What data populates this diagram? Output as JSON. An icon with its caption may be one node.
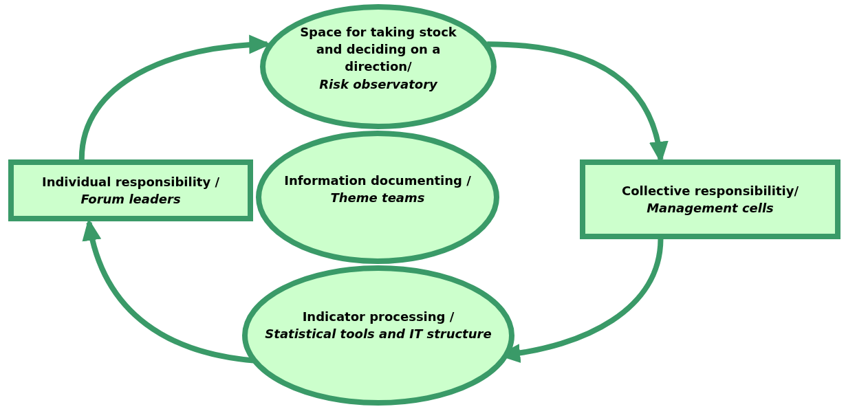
{
  "diagram": {
    "nodes": [
      {
        "text": [
          "Space for taking stock and deciding on a direction/",
          "Risk observatory"
        ]
      },
      {
        "text": [
          "Individual responsibility / ",
          "Forum leaders"
        ]
      },
      {
        "text": [
          "Information documenting /",
          "Theme teams"
        ]
      },
      {
        "text": [
          "Collective responsibilitiy/",
          "Management cells"
        ]
      },
      {
        "text": [
          "Indicator processing /",
          "Statistical tools and IT structure"
        ]
      }
    ],
    "edges": [
      {
        "from": 1,
        "to": 0,
        "arrow": "to"
      },
      {
        "from": 0,
        "to": 3,
        "arrow": "to"
      },
      {
        "from": 3,
        "to": 4,
        "arrow": "to"
      },
      {
        "from": 4,
        "to": 1,
        "arrow": "to"
      }
    ]
  }
}
